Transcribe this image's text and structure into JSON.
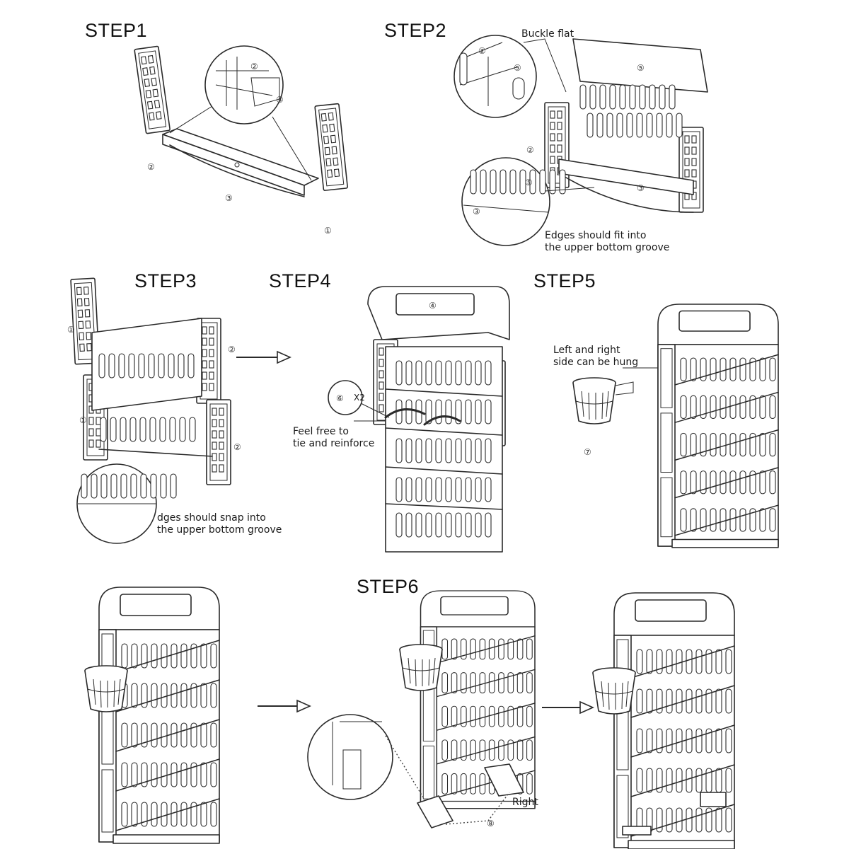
{
  "steps": [
    {
      "id": "step1",
      "title": "STEP1"
    },
    {
      "id": "step2",
      "title": "STEP2"
    },
    {
      "id": "step3",
      "title": "STEP3"
    },
    {
      "id": "step4",
      "title": "STEP4"
    },
    {
      "id": "step5",
      "title": "STEP5"
    },
    {
      "id": "step6",
      "title": "STEP6"
    }
  ],
  "notes": {
    "buckle_flat": "Buckle flat",
    "step2_edges_line1": "Edges should fit into",
    "step2_edges_line2": "the upper bottom groove",
    "step3_edges_line1": "dges should snap into",
    "step3_edges_line2": "the upper bottom groove",
    "tie_line1": "Feel free to",
    "tie_line2": "tie and reinforce",
    "tie_count": "X2",
    "hang_line1": "Left and right",
    "hang_line2": "side can be hung",
    "right_label": "Right"
  },
  "parts": {
    "p1": "①",
    "p2": "②",
    "p3": "③",
    "p4": "④",
    "p5": "⑤",
    "p6": "⑥",
    "p7": "⑦",
    "p8": "⑧"
  }
}
